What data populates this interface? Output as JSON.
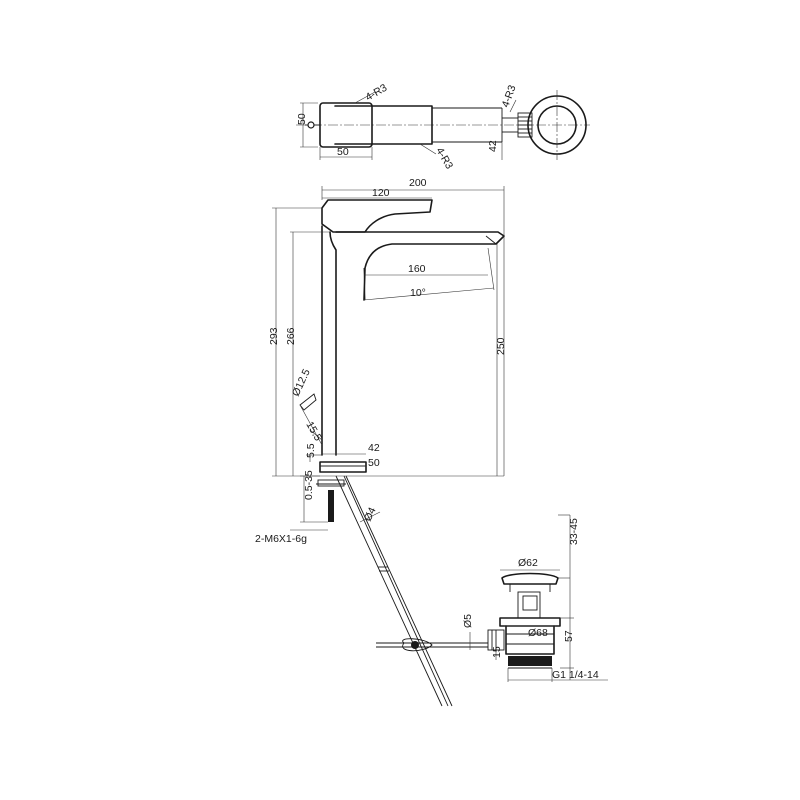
{
  "top_view": {
    "width_50": "50",
    "height_50": "50",
    "radius_left": "4-R3",
    "radius_bottom": "4-R3",
    "radius_right": "4-R3",
    "thickness_42": "42"
  },
  "side_view": {
    "total_length": "200",
    "handle_length": "120",
    "spout_reach": "160",
    "spout_angle": "10°",
    "total_height": "293",
    "body_height": "266",
    "outlet_height": "250",
    "hose_dia": "Ø12.5",
    "hose_len": "15.5",
    "base_gap": "5.5",
    "body_width": "42",
    "base_width": "50",
    "adjust_range": "0.5-35",
    "rod_dia": "Ø4",
    "studs": "2-M6X1-6g"
  },
  "drain": {
    "cap_dia": "Ø62",
    "stroke_range": "33-45",
    "flange_dia": "Ø68",
    "height": "57",
    "pin_dia": "Ø5",
    "side_gap": "15",
    "thread": "G1 1/4-14"
  }
}
